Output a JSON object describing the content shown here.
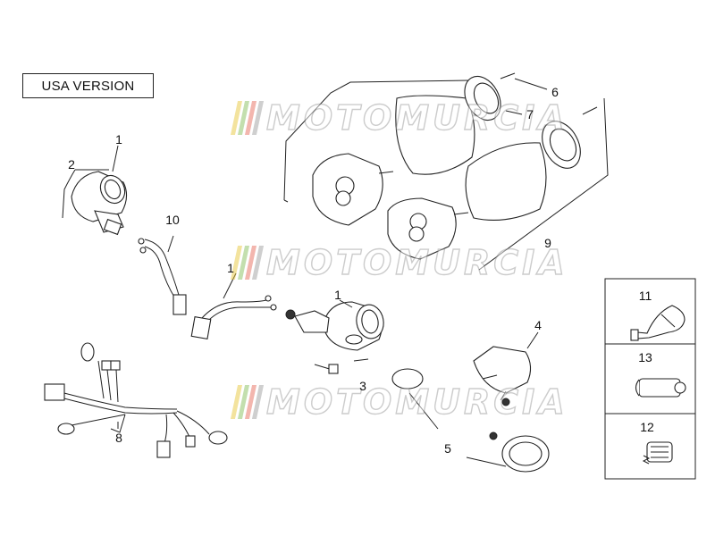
{
  "diagram": {
    "version_label": "USA VERSION",
    "watermark_text": "MOTOMURCIA",
    "watermark_colors": [
      "#e8c840",
      "#88c060",
      "#e87060",
      "#a0a0a0"
    ],
    "part_labels": {
      "p1a": "1",
      "p2": "2",
      "p10": "10",
      "p1b": "1",
      "p1c": "1",
      "p6": "6",
      "p7": "7",
      "p9": "9",
      "p4": "4",
      "p3": "3",
      "p8": "8",
      "p5": "5",
      "p11": "11",
      "p13": "13",
      "p12": "12"
    }
  }
}
